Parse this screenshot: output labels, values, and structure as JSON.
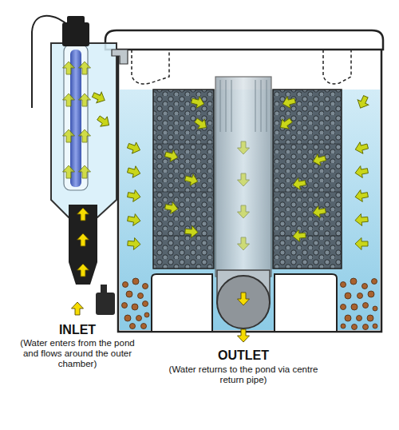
{
  "diagram": {
    "labels": [
      "INLET",
      "(Water enters from the pond and flows around the outer chamber)",
      "OUTLET",
      "(Water returns to the pond via centre return pipe)"
    ]
  }
}
